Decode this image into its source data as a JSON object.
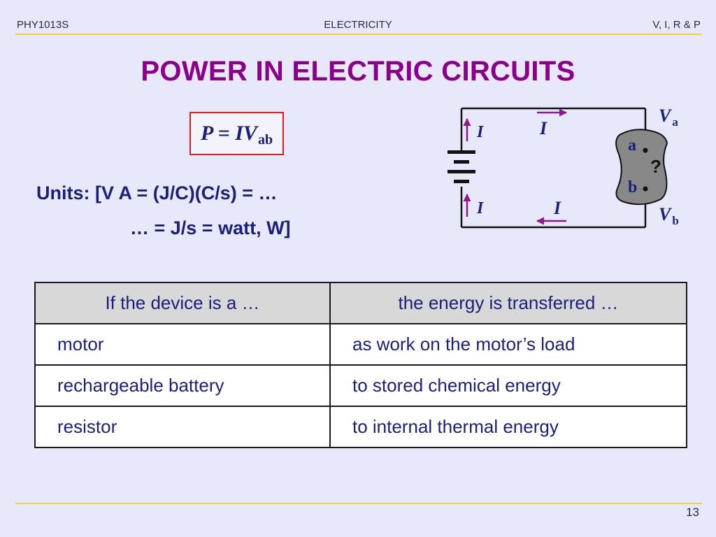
{
  "header": {
    "course": "PHY1013S",
    "topic": "ELECTRICITY",
    "section": "V, I, R & P"
  },
  "title": "POWER IN ELECTRIC CIRCUITS",
  "formula": {
    "main": "P = IV",
    "subscript": "ab"
  },
  "units": {
    "line1": "Units: [V A = (J/C)(C/s) = …",
    "line2": "… = J/s = watt, W]"
  },
  "circuit": {
    "current_label": "I",
    "voltage_symbol": "V",
    "terminal_a": "a",
    "terminal_b": "b",
    "unknown_device": "?",
    "colors": {
      "wire": "#111111",
      "arrow": "#8b1a8b",
      "device_fill": "#888888",
      "label": "#1b1f7a"
    }
  },
  "table": {
    "headers": [
      "If the device is a …",
      "the energy is transferred …"
    ],
    "rows": [
      {
        "device": "motor",
        "transfer": "as work on the motor’s load"
      },
      {
        "device": "rechargeable battery",
        "transfer": "to stored chemical energy"
      },
      {
        "device": "resistor",
        "transfer": "to internal thermal energy"
      }
    ]
  },
  "page_number": "13"
}
